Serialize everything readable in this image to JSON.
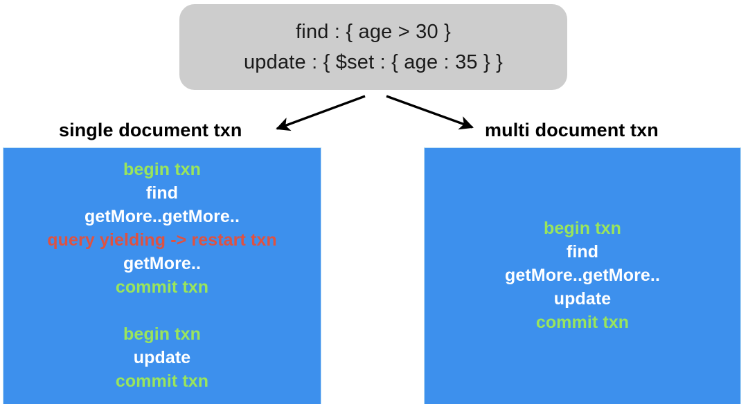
{
  "query_box": {
    "lines": [
      "find : { age > 30 }",
      "update : { $set : { age : 35 } }"
    ],
    "background_color": "#cdcdcd"
  },
  "branches": {
    "left_label": "single document txn",
    "right_label": "multi document txn"
  },
  "colors": {
    "panel_blue": "#3d90ed",
    "txn_green": "#9ae55c",
    "op_white": "#ffffff",
    "warning_red": "#de5242",
    "arrow_black": "#000000",
    "query_gray": "#cdcdcd"
  },
  "panels": {
    "left": {
      "title": "single document txn",
      "operations": [
        {
          "text": "begin txn",
          "color": "green"
        },
        {
          "text": "find",
          "color": "white"
        },
        {
          "text": "getMore..getMore..",
          "color": "white"
        },
        {
          "text": "query yielding -> restart txn",
          "color": "red"
        },
        {
          "text": "getMore..",
          "color": "white"
        },
        {
          "text": "commit txn",
          "color": "green"
        },
        {
          "text": "",
          "color": "spacer"
        },
        {
          "text": "begin txn",
          "color": "green"
        },
        {
          "text": "update",
          "color": "white"
        },
        {
          "text": "commit txn",
          "color": "green"
        }
      ]
    },
    "right": {
      "title": "multi document txn",
      "operations": [
        {
          "text": "begin txn",
          "color": "green"
        },
        {
          "text": "find",
          "color": "white"
        },
        {
          "text": "getMore..getMore..",
          "color": "white"
        },
        {
          "text": "update",
          "color": "white"
        },
        {
          "text": "commit txn",
          "color": "green"
        }
      ]
    }
  }
}
